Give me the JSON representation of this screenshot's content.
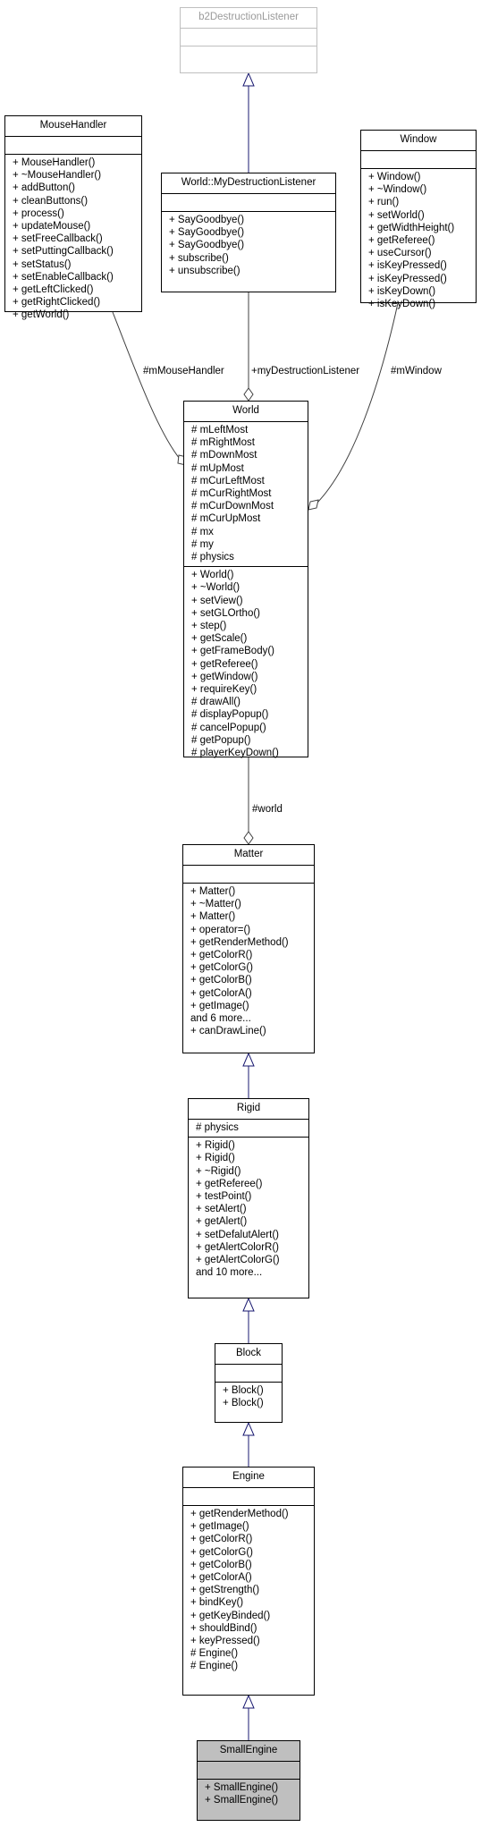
{
  "classes": {
    "b2DestructionListener": {
      "name": "b2DestructionListener",
      "attributes": [],
      "methods": []
    },
    "MyDestructionListener": {
      "name": "World::MyDestructionListener",
      "attributes": [],
      "methods": [
        "+ SayGoodbye()",
        "+ SayGoodbye()",
        "+ SayGoodbye()",
        "+ subscribe()",
        "+ unsubscribe()"
      ]
    },
    "MouseHandler": {
      "name": "MouseHandler",
      "attributes": [],
      "methods": [
        "+ MouseHandler()",
        "+ ~MouseHandler()",
        "+ addButton()",
        "+ cleanButtons()",
        "+ process()",
        "+ updateMouse()",
        "+ setFreeCallback()",
        "+ setPuttingCallback()",
        "+ setStatus()",
        "+ setEnableCallback()",
        "+ getLeftClicked()",
        "+ getRightClicked()",
        "+ getWorld()"
      ]
    },
    "Window": {
      "name": "Window",
      "attributes": [],
      "methods": [
        "+ Window()",
        "+ ~Window()",
        "+ run()",
        "+ setWorld()",
        "+ getWidthHeight()",
        "+ getReferee()",
        "+ useCursor()",
        "+ isKeyPressed()",
        "+ isKeyPressed()",
        "+ isKeyDown()",
        "+ isKeyDown()"
      ]
    },
    "World": {
      "name": "World",
      "attributes": [
        "# mLeftMost",
        "# mRightMost",
        "# mDownMost",
        "# mUpMost",
        "# mCurLeftMost",
        "# mCurRightMost",
        "# mCurDownMost",
        "# mCurUpMost",
        "# mx",
        "# my",
        "# physics"
      ],
      "methods": [
        "+ World()",
        "+ ~World()",
        "+ setView()",
        "+ setGLOrtho()",
        "+ step()",
        "+ getScale()",
        "+ getFrameBody()",
        "+ getReferee()",
        "+ getWindow()",
        "+ requireKey()",
        "# drawAll()",
        "# displayPopup()",
        "# cancelPopup()",
        "# getPopup()",
        "# playerKeyDown()"
      ]
    },
    "Matter": {
      "name": "Matter",
      "attributes": [],
      "methods": [
        "+ Matter()",
        "+ ~Matter()",
        "+ Matter()",
        "+ operator=()",
        "+ getRenderMethod()",
        "+ getColorR()",
        "+ getColorG()",
        "+ getColorB()",
        "+ getColorA()",
        "+ getImage()",
        "and 6 more...",
        "+ canDrawLine()"
      ]
    },
    "Rigid": {
      "name": "Rigid",
      "attributes": [
        "# physics"
      ],
      "methods": [
        "+ Rigid()",
        "+ Rigid()",
        "+ ~Rigid()",
        "+ getReferee()",
        "+ testPoint()",
        "+ setAlert()",
        "+ getAlert()",
        "+ setDefalutAlert()",
        "+ getAlertColorR()",
        "+ getAlertColorG()",
        "and 10 more..."
      ]
    },
    "Block": {
      "name": "Block",
      "attributes": [],
      "methods": [
        "+ Block()",
        "+ Block()"
      ]
    },
    "Engine": {
      "name": "Engine",
      "attributes": [],
      "methods": [
        "+ getRenderMethod()",
        "+ getImage()",
        "+ getColorR()",
        "+ getColorG()",
        "+ getColorB()",
        "+ getColorA()",
        "+ getStrength()",
        "+ bindKey()",
        "+ getKeyBinded()",
        "+ shouldBind()",
        "+ keyPressed()",
        "# Engine()",
        "# Engine()"
      ]
    },
    "SmallEngine": {
      "name": "SmallEngine",
      "attributes": [],
      "methods": [
        "+ SmallEngine()",
        "+ SmallEngine()"
      ]
    }
  },
  "labels": {
    "mMouseHandler": "#mMouseHandler",
    "myDestructionListener": "+myDestructionListener",
    "mWindow": "#mWindow",
    "world": "#world"
  },
  "colors": {
    "inheritance": "#191970",
    "association": "#404040",
    "highlight": "#bfbfbf"
  }
}
